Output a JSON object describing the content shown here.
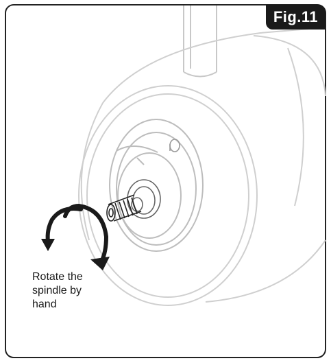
{
  "figure": {
    "badge_label": "Fig.11",
    "caption_lines": [
      "Rotate the",
      "spindle by",
      "hand"
    ],
    "colors": {
      "frame": "#222222",
      "badge": "#1a1a1a",
      "line_light": "#c8c8c8",
      "line_dark": "#333333"
    }
  }
}
